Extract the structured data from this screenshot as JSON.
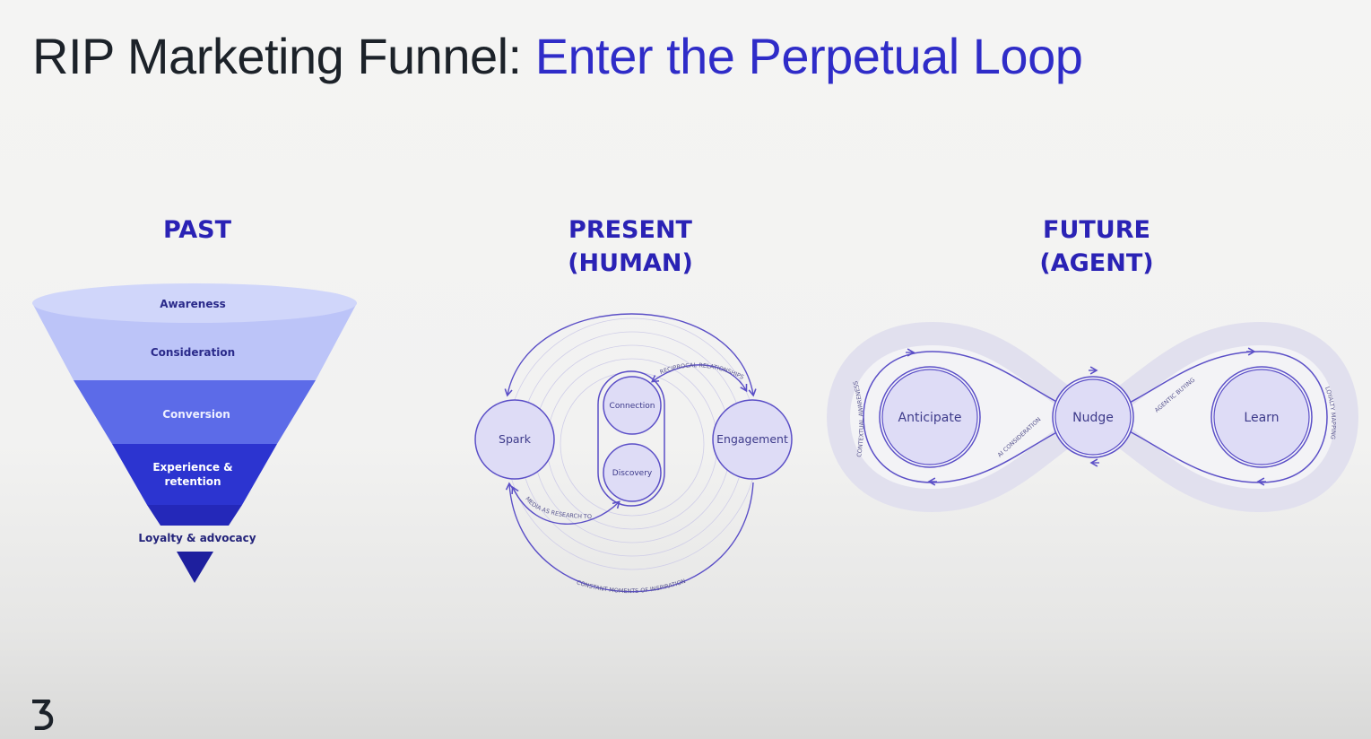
{
  "title": {
    "part1": "RIP Marketing Funnel: ",
    "part2": "Enter the Perpetual Loop"
  },
  "colors": {
    "title_dark": "#1c2229",
    "accent_blue": "#2f2cc8",
    "heading_blue": "#2a22b5",
    "loop_purple": "#5b4fc7",
    "node_fill": "#dedcf6"
  },
  "past": {
    "heading": "PAST",
    "stages": [
      "Awareness",
      "Consideration",
      "Conversion",
      "Experience &",
      "retention",
      "Loyalty & advocacy"
    ]
  },
  "present": {
    "heading_line1": "PRESENT",
    "heading_line2": "(HUMAN)",
    "nodes": [
      "Spark",
      "Connection",
      "Discovery",
      "Engagement"
    ],
    "paths": [
      "RECIPROCAL RELATIONSHIPS",
      "MEDIA AS RESEARCH TOOL",
      "CONSTANT MOMENTS OF INSPIRATION"
    ]
  },
  "future": {
    "heading_line1": "FUTURE",
    "heading_line2": "(AGENT)",
    "nodes": [
      "Anticipate",
      "Nudge",
      "Learn"
    ],
    "paths": [
      "CONTEXTUAL AWARENESS",
      "AI CONSIDERATION",
      "AGENTIC BUYING",
      "LOYALTY MAPPING"
    ]
  },
  "logo_icon": "brand-logo-icon"
}
